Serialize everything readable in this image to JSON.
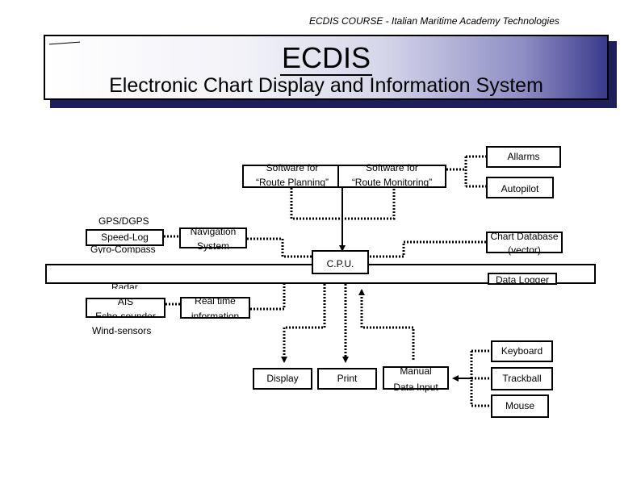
{
  "header": {
    "course_text": "ECDIS COURSE - Italian Maritime Academy Technologies",
    "title": "ECDIS",
    "subtitle_parts": [
      {
        "cap": "E",
        "rest": "lectronic "
      },
      {
        "cap": "C",
        "rest": "hart "
      },
      {
        "cap": "D",
        "rest": "isplay and "
      },
      {
        "cap": "I",
        "rest": "nformation "
      },
      {
        "cap": "S",
        "rest": "ystem"
      }
    ]
  },
  "diagram": {
    "software_route_planning": [
      "Software for",
      "“Route Planning”"
    ],
    "software_route_monitoring": [
      "Software for",
      "“Route Monitoring”"
    ],
    "allarms": "Allarms",
    "autopilot": "Autopilot",
    "nav_inputs": [
      "GPS/DGPS",
      "Speed-Log",
      "Gyro-Compass"
    ],
    "navigation_system": [
      "Navigation",
      "System"
    ],
    "chart_database": [
      "Chart Database",
      "(vector)"
    ],
    "cpu": "C.P.U.",
    "data_logger": "Data Logger",
    "realtime_inputs": [
      "Radar",
      "AIS",
      "Echo-sounder",
      "Wind-sensors"
    ],
    "realtime_information": [
      "Real time",
      "information"
    ],
    "keyboard": "Keyboard",
    "display": "Display",
    "print": "Print",
    "manual_data_input": [
      "Manual",
      "Data Input"
    ],
    "trackball": "Trackball",
    "mouse": "Mouse"
  }
}
